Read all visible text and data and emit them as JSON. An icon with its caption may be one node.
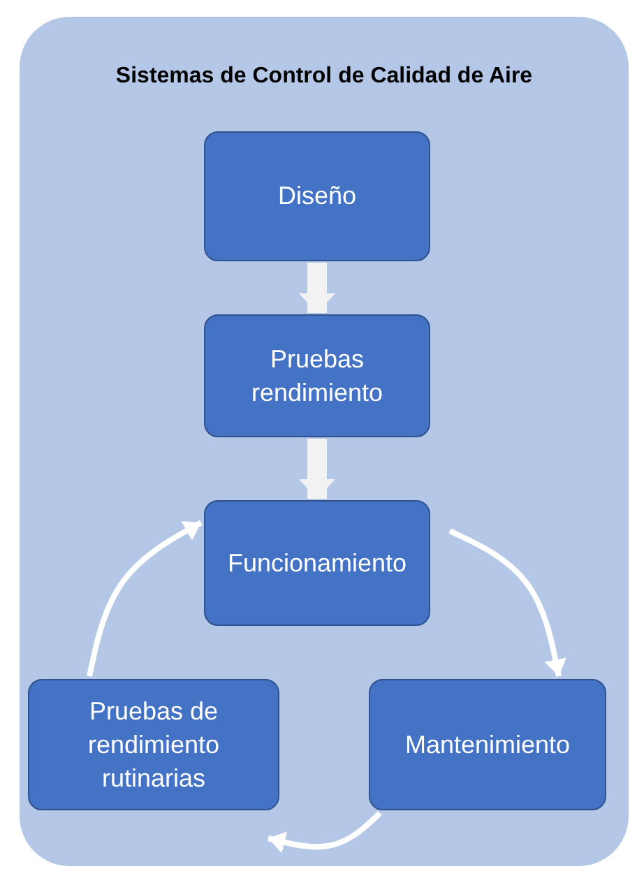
{
  "diagram": {
    "nodes": [
      {
        "text": [
          "Sistemas de Control de Calidad de Aire"
        ]
      },
      {
        "text": [
          "Diseño"
        ],
        "in": 0
      },
      {
        "text": [
          "Pruebas rendimiento"
        ],
        "in": 0
      },
      {
        "text": [
          "Funcionamiento"
        ],
        "in": 0
      },
      {
        "text": [
          "Pruebas de rendimiento rutinarias"
        ],
        "in": 0
      },
      {
        "text": [
          "Mantenimiento"
        ],
        "in": 0
      }
    ],
    "edges": [
      {
        "from": 1,
        "to": 2,
        "arrow": "to",
        "style": "thick",
        "color": "#f2f2f2"
      },
      {
        "from": 2,
        "to": 3,
        "arrow": "to",
        "style": "thick",
        "color": "#f2f2f2"
      },
      {
        "from": 3,
        "to": 5,
        "arrow": "to"
      },
      {
        "from": 5,
        "to": 4,
        "arrow": "to"
      },
      {
        "from": 4,
        "to": 3,
        "arrow": "to"
      }
    ]
  }
}
